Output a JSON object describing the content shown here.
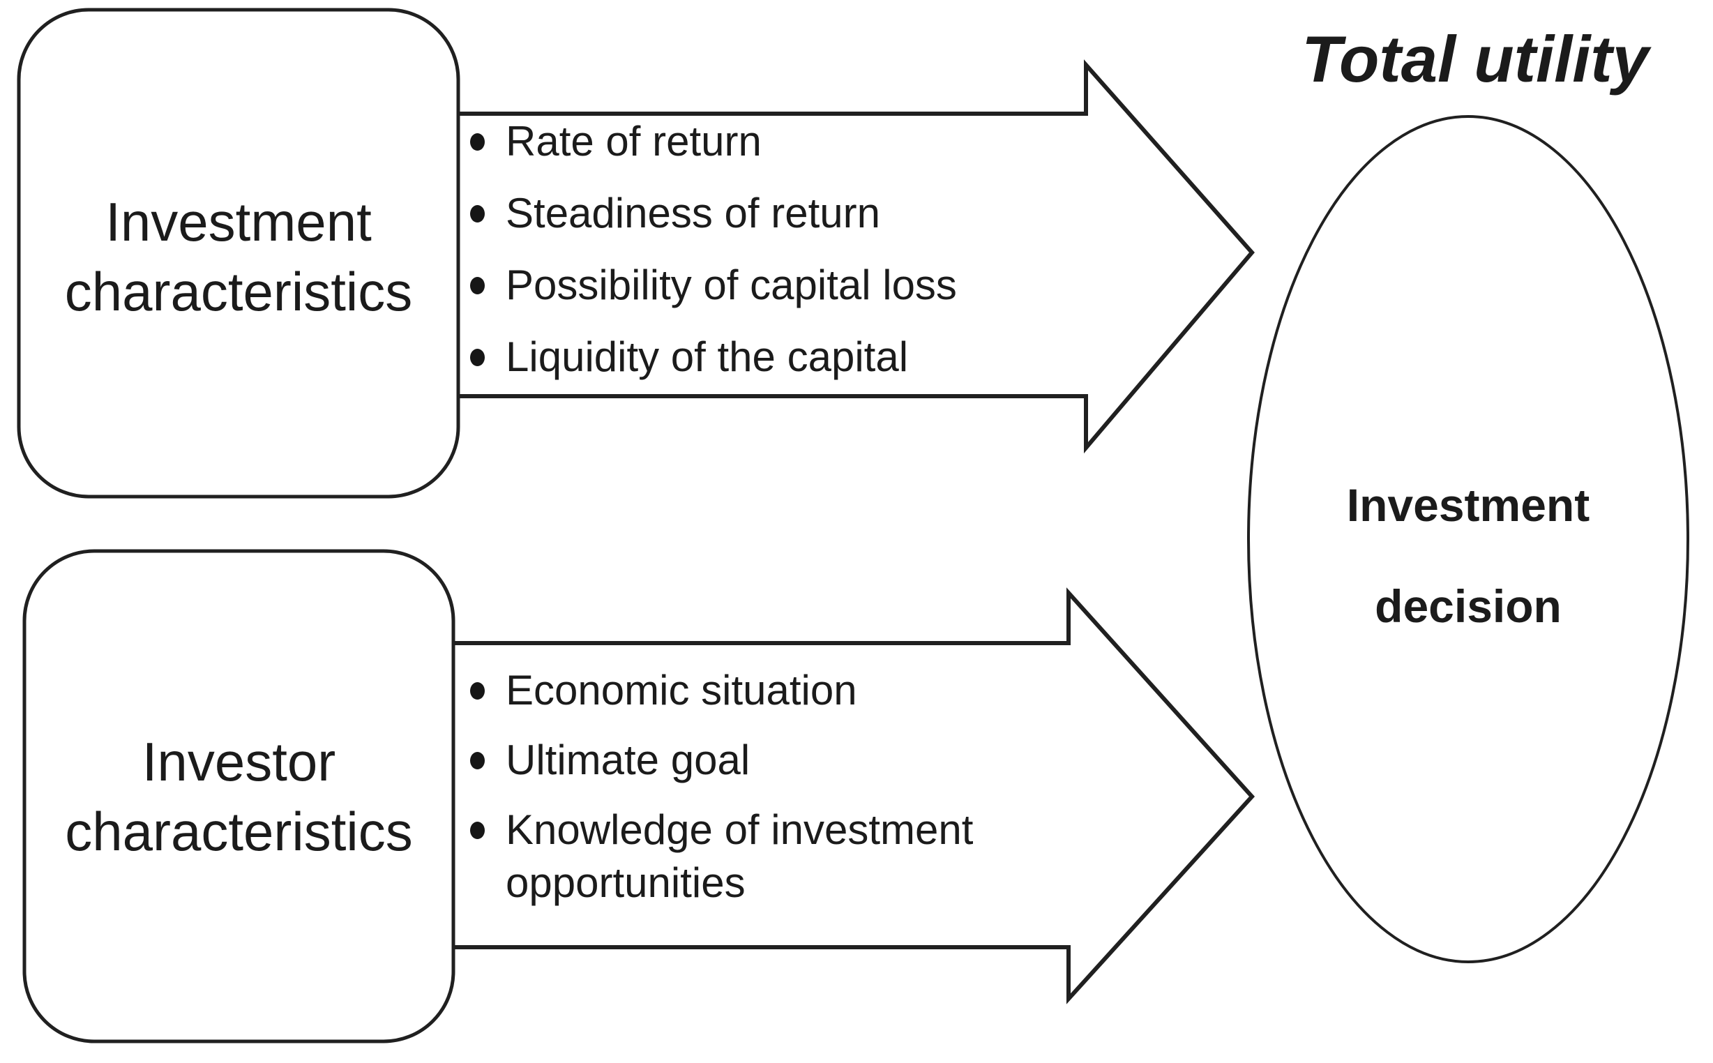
{
  "title": "Total utility",
  "nodes": {
    "investment_box": {
      "label": "Investment characteristics"
    },
    "investor_box": {
      "label": "Investor characteristics"
    },
    "decision_ellipse": {
      "label": "Investment decision"
    }
  },
  "arrows": {
    "investment_to_decision": {
      "items": [
        "Rate of return",
        "Steadiness of return",
        "Possibility of capital loss",
        "Liquidity of the capital"
      ]
    },
    "investor_to_decision": {
      "items": [
        "Economic situation",
        "Ultimate goal",
        "Knowledge of investment opportunities"
      ]
    }
  },
  "icons": {
    "bullet": "bullet-dot-icon"
  },
  "colors": {
    "outline": "#202020",
    "text": "#1b1b1b",
    "background": "#ffffff"
  }
}
